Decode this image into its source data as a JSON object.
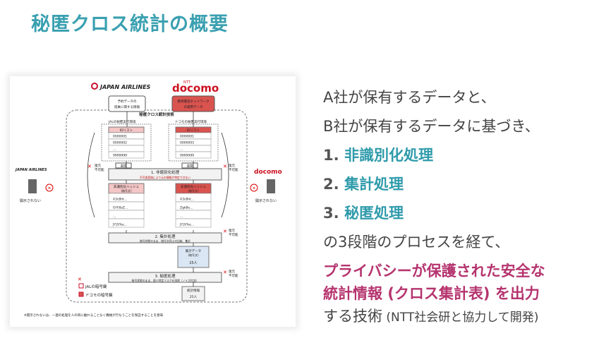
{
  "page": {
    "title": "秘匿クロス統計の概要"
  },
  "figure": {
    "jal_logo": "JAPAN AIRLINES",
    "docomo_logo": "docomo",
    "docomo_ntt": "NTT",
    "jal_data_box": "予約データの\n搭乗に関する情報",
    "docomo_data_box": "携帯電話ネットワーク\nの運用データ",
    "tech_label": "秘匿クロス統計技術",
    "jal_env": "JALの秘匿実行環境",
    "docomo_env": "ドコモの秘匿実行環境",
    "id_list": "IDリスト",
    "jal_ids": [
      "0000001",
      "0000002",
      "…",
      "9999999"
    ],
    "docomo_ids": [
      "0000001",
      "0000003",
      "…",
      "9999999"
    ],
    "change": "変換",
    "restore": "復元",
    "impossible": "不可能",
    "step1": "1. 非識別化処理",
    "step1_note": "不可逆変換により元の情報が特定できない",
    "hash_box": "非識別化ハッシュ",
    "hash_sub": "(暗号文)",
    "jal_hash": [
      "A3c8Id…",
      "GH!8zZ…",
      "…",
      "JY2t%e…"
    ],
    "docomo_hash": [
      "A3c8Id…",
      "Zgk8e…",
      "…",
      "JY2t%e…"
    ],
    "step2": "2. 集計処理",
    "step2_note": "暗号状態のまま、暗号文同士の比較、集計",
    "count_box": "集計データ",
    "count_sub": "(暗号文)",
    "count_val": "25人",
    "step3": "3. 秘匿処理",
    "step3_note": "暗号状態のまま、個人特定リスクを排除（ノイズ付加）",
    "result_box": "統計情報",
    "result_val": "25人",
    "legend_jal_key": "JALの暗号鍵",
    "legend_docomo_key": "ドコモの暗号鍵",
    "left_caption": "開示されない",
    "right_caption": "開示されない",
    "footnote": "※開示されないは、一連の処理を人の目に触れることなく機械が行なうことを保証することを意味"
  },
  "panel": {
    "line1": "A社が保有するデータと、",
    "line2": "B社が保有するデータに基づき、",
    "steps": [
      {
        "num": "1.",
        "text": "非識別化処理"
      },
      {
        "num": "2.",
        "text": "集計処理"
      },
      {
        "num": "3.",
        "text": "秘匿処理"
      }
    ],
    "line3": "の3段階のプロセスを経て、",
    "highlight1": "プライバシーが保護された安全な",
    "highlight2": "統計情報 (クロス集計表) を出力",
    "last_main": "する技術",
    "last_note": " (NTT社会研と協力して開発)"
  },
  "colors": {
    "title": "#3aa0b0",
    "step": "#2f9bab",
    "highlight": "#b5346e",
    "docomo": "#cc1020",
    "jal_red": "#c8102e"
  }
}
